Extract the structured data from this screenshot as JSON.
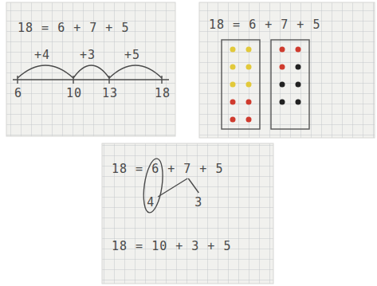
{
  "diagram": {
    "labels": [
      "18 = 6 + 7 + 5",
      "+4",
      "+3",
      "+5",
      "6",
      "10",
      "13",
      "18",
      "18 = 6 + 7 + 5",
      "18 = 6 + 7 + 5",
      "4",
      "3",
      "18 = 10 + 3 + 5"
    ]
  }
}
